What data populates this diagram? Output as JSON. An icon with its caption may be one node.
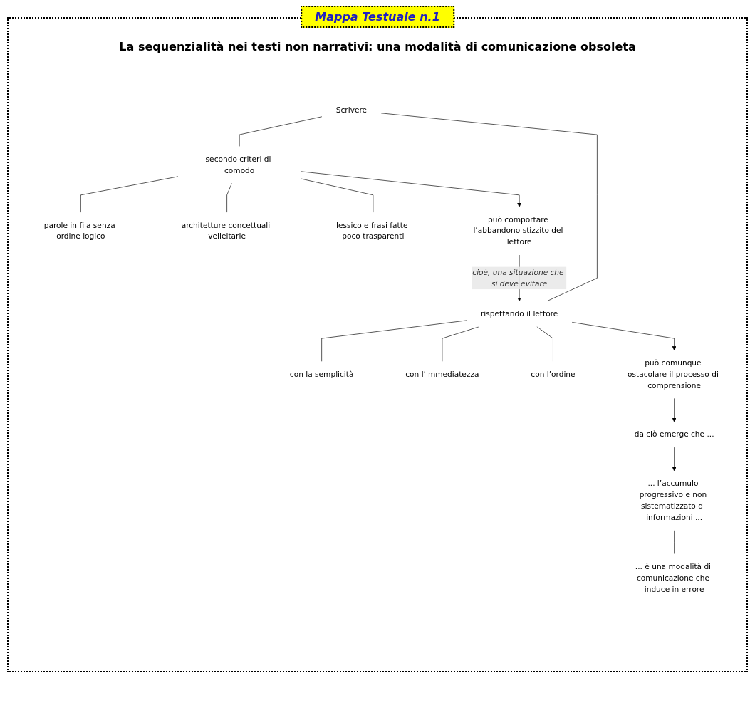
{
  "diagram": {
    "title": "La sequenzialità nei testi non narrativi: una modalità di comunicazione obsoleta",
    "nodes": [
      {
        "text": [
          "Scrivere"
        ]
      },
      {
        "text": [
          "secondo criteri di comodo"
        ]
      },
      {
        "text": [
          "parole in fila senza ordine logico"
        ]
      },
      {
        "text": [
          "architetture concettuali velleitarie"
        ]
      },
      {
        "text": [
          "lessico e frasi fatte poco trasparenti"
        ]
      },
      {
        "text": [
          "può comportare l’abbandono stizzito del lettore"
        ]
      },
      {
        "text": [
          "rispettando il lettore"
        ]
      },
      {
        "text": [
          "con la semplicità"
        ]
      },
      {
        "text": [
          "con l’immediatezza"
        ]
      },
      {
        "text": [
          "con l’ordine"
        ]
      },
      {
        "text": [
          "può comunque ostacolare il processo di comprensione"
        ]
      },
      {
        "text": [
          "da ciò emerge che ..."
        ]
      },
      {
        "text": [
          "... l’accumulo progressivo e non sistematizzato di informazioni ..."
        ]
      },
      {
        "text": [
          "... è una modalità di comunicazione che induce in errore"
        ]
      }
    ],
    "edges": [
      {
        "from": 0,
        "to": 1,
        "arrow": "none"
      },
      {
        "from": 0,
        "to": 6,
        "arrow": "none"
      },
      {
        "from": 1,
        "to": 2,
        "arrow": "none"
      },
      {
        "from": 1,
        "to": 3,
        "arrow": "none"
      },
      {
        "from": 1,
        "to": 4,
        "arrow": "none"
      },
      {
        "from": 1,
        "to": 5,
        "arrow": "to"
      },
      {
        "from": 5,
        "to": 6,
        "arrow": "to",
        "label": "cioè, una situazione che si deve evitare"
      },
      {
        "from": 6,
        "to": 7,
        "arrow": "none"
      },
      {
        "from": 6,
        "to": 8,
        "arrow": "none"
      },
      {
        "from": 6,
        "to": 9,
        "arrow": "none"
      },
      {
        "from": 6,
        "to": 10,
        "arrow": "to"
      },
      {
        "from": 10,
        "to": 11,
        "arrow": "to"
      },
      {
        "from": 11,
        "to": 12,
        "arrow": "to"
      },
      {
        "from": 12,
        "to": 13,
        "arrow": "none"
      }
    ],
    "labels": [
      "Mappa Testuale n.1"
    ]
  }
}
